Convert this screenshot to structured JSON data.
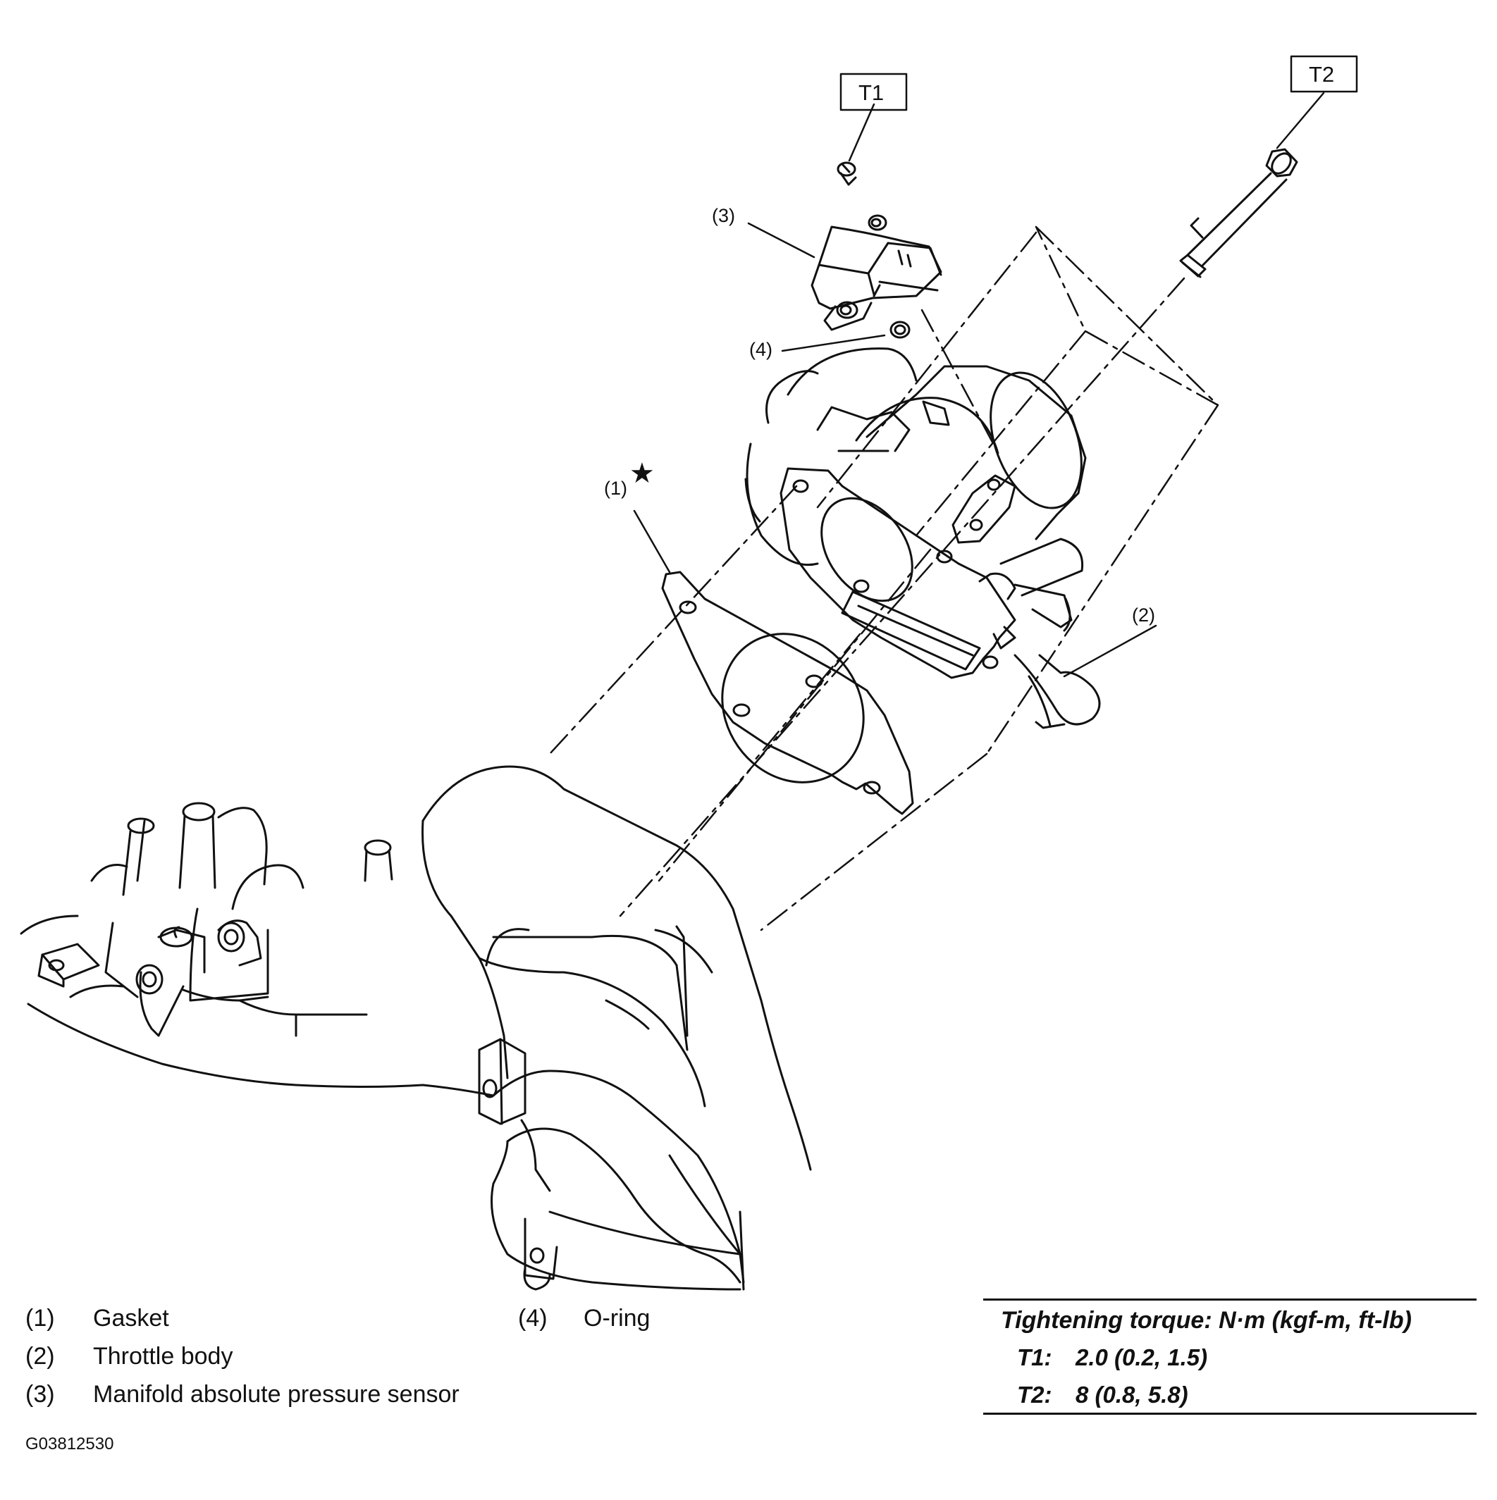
{
  "callouts": {
    "gasket": "(1)",
    "throttle_body": "(2)",
    "map_sensor": "(3)",
    "o_ring": "(4)",
    "star": "★",
    "t1_box": "T1",
    "t2_box": "T2"
  },
  "legend": [
    {
      "num": "(1)",
      "text": "Gasket"
    },
    {
      "num": "(2)",
      "text": "Throttle body"
    },
    {
      "num": "(3)",
      "text": "Manifold absolute pressure sensor"
    },
    {
      "num": "(4)",
      "text": "O-ring"
    }
  ],
  "torque": {
    "title": "Tightening torque: N·m (kgf-m, ft-lb)",
    "rows": [
      {
        "label": "T1:",
        "value": "2.0 (0.2, 1.5)"
      },
      {
        "label": "T2:",
        "value": "8 (0.8, 5.8)"
      }
    ]
  },
  "figure_code": "G03812530"
}
